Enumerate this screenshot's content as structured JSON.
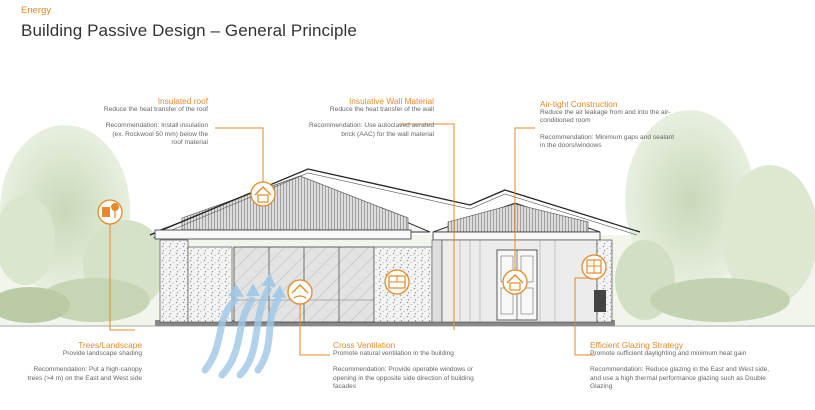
{
  "header": {
    "section": "Energy",
    "title": "Building Passive Design – General Principle"
  },
  "colors": {
    "accent": "#e38a2a",
    "text": "#666666",
    "title": "#333333",
    "airflow": "#9fc8e8"
  },
  "callouts": {
    "insulated_roof": {
      "title": "Insulated roof",
      "desc": "Reduce the heat transfer of the roof",
      "rec": "Recommendation: Install insulation (ex. Rockwool 50 mm) below the roof material",
      "icon": "house-roof-icon"
    },
    "insulative_wall": {
      "title": "Insulative Wall Material",
      "desc": "Reduce the heat transfer of the wall",
      "rec": "Recommendation: Use autoclaved aerated brick (AAC) for the wall material",
      "icon": "brick-wall-icon"
    },
    "air_tight": {
      "title": "Air-tight Construction",
      "desc": "Reduce the air leakage from and into the air- conditioned room",
      "rec": "Recommendation: Minimum gaps and sealant in the doors/windows",
      "icon": "sealed-door-icon"
    },
    "trees": {
      "title": "Trees/Landscape",
      "desc": "Provide landscape shading",
      "rec": "Recommendation: Put a high-canopy trees (>4 m) on the East and West side",
      "icon": "tree-house-icon"
    },
    "cross_ventilation": {
      "title": "Cross Ventilation",
      "desc": "Promote natural ventilation in the building",
      "rec": "Recommendation: Provide operable windows or opening in the opposite side direction of building facades",
      "icon": "ventilation-house-icon"
    },
    "glazing": {
      "title": "Efficient Glazing Strategy",
      "desc": "Promote sufficient daylighting and minimum heat gain",
      "rec": "Recommendation: Reduce glazing in the East and West side, and use a high thermal performance glazing such as Double Glazing",
      "icon": "window-icon"
    }
  }
}
